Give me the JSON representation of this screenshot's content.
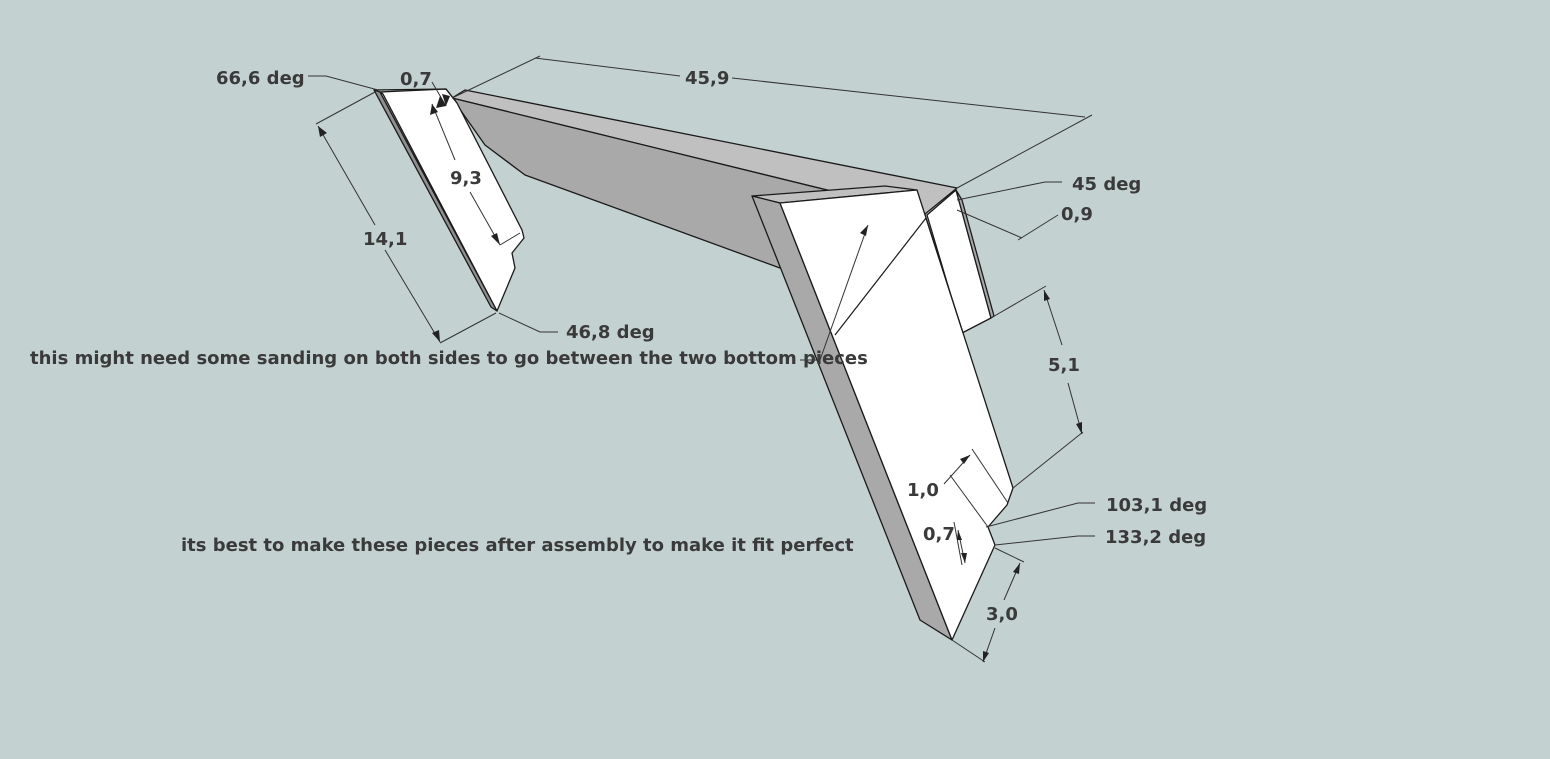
{
  "dimensions": {
    "angle_top_left": "66,6 deg",
    "thickness_top_left": "0,7",
    "length_top": "45,9",
    "height_inner_left": "9,3",
    "height_left": "14,1",
    "angle_bottom_left": "46,8 deg",
    "angle_top_right": "45 deg",
    "thickness_right": "0,9",
    "height_right_upper": "5,1",
    "step_upper": "1,0",
    "angle_step_upper": "103,1 deg",
    "step_lower": "0,7",
    "angle_step_lower": "133,2 deg",
    "height_right_lower": "3,0"
  },
  "notes": {
    "sanding": "this might need some sanding on both sides to go between the two bottom pieces",
    "assembly": "its best to make these pieces after assembly to make it fit perfect"
  }
}
